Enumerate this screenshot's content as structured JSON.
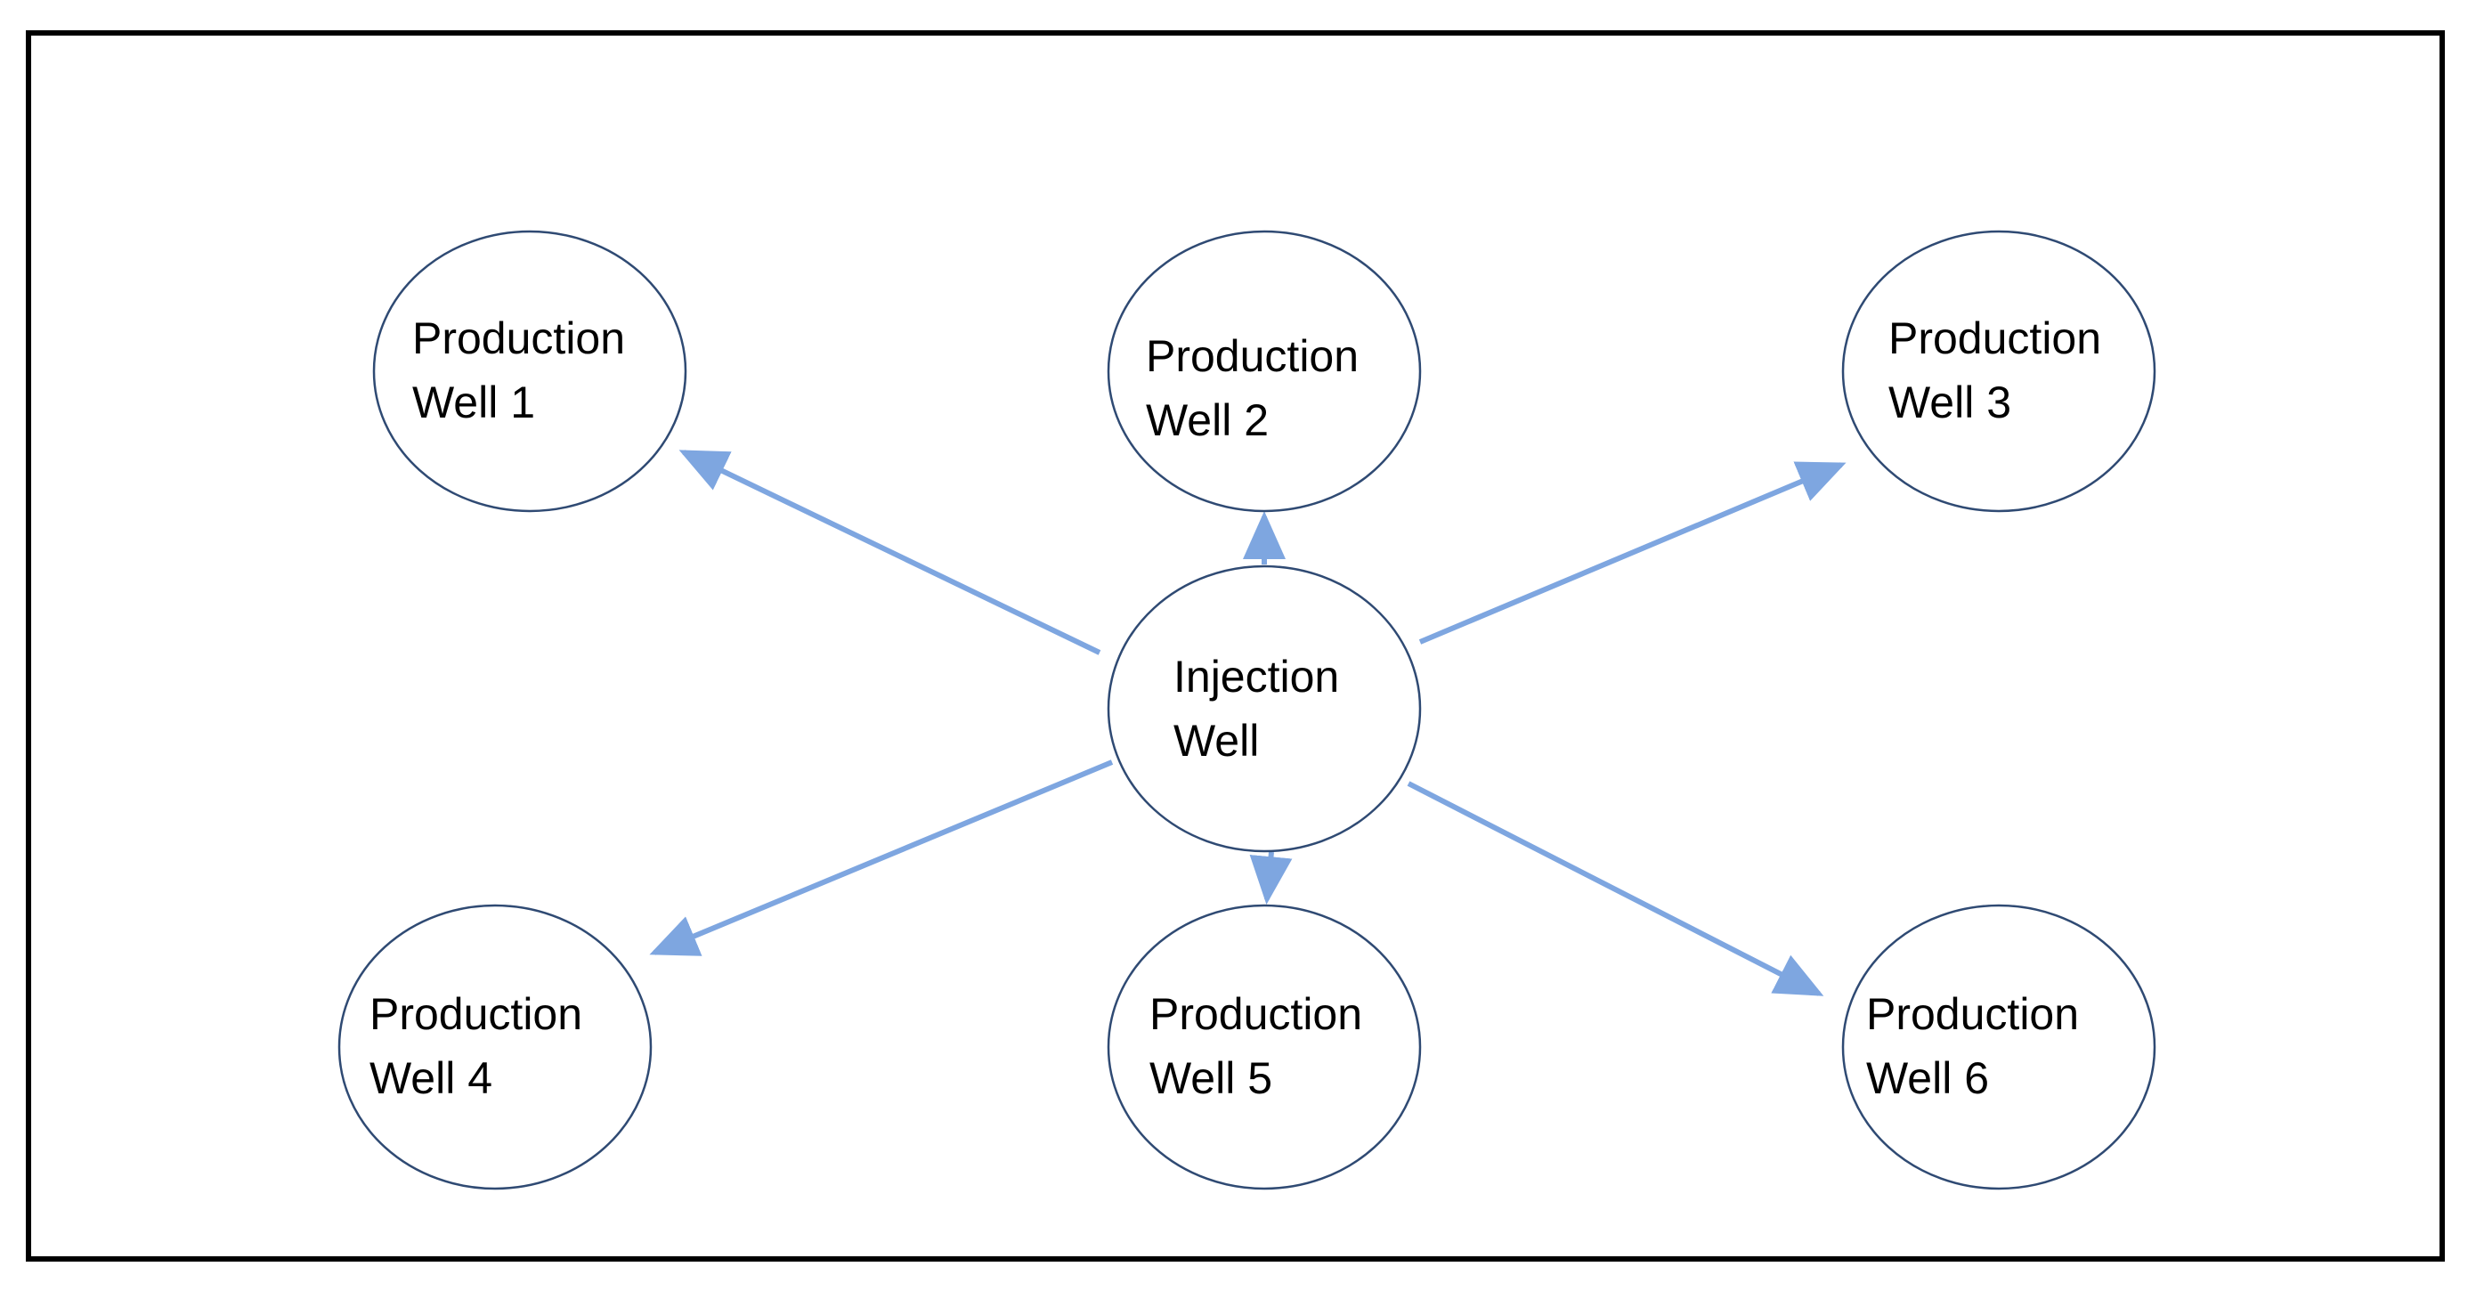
{
  "diagram": {
    "center_node": {
      "line1": "Injection",
      "line2": "Well"
    },
    "nodes": [
      {
        "id": "pw1",
        "line1": "Production",
        "line2": "Well 1"
      },
      {
        "id": "pw2",
        "line1": "Production",
        "line2": "Well 2"
      },
      {
        "id": "pw3",
        "line1": "Production",
        "line2": "Well 3"
      },
      {
        "id": "pw4",
        "line1": "Production",
        "line2": "Well 4"
      },
      {
        "id": "pw5",
        "line1": "Production",
        "line2": "Well 5"
      },
      {
        "id": "pw6",
        "line1": "Production",
        "line2": "Well 6"
      }
    ],
    "edges": [
      {
        "from": "injection-well",
        "to": "pw1"
      },
      {
        "from": "injection-well",
        "to": "pw2"
      },
      {
        "from": "injection-well",
        "to": "pw3"
      },
      {
        "from": "injection-well",
        "to": "pw4"
      },
      {
        "from": "injection-well",
        "to": "pw5"
      },
      {
        "from": "injection-well",
        "to": "pw6"
      }
    ],
    "colors": {
      "arrow": "#7ea6e0",
      "node_stroke": "#2f4a73",
      "frame": "#000000",
      "text": "#000000"
    }
  }
}
